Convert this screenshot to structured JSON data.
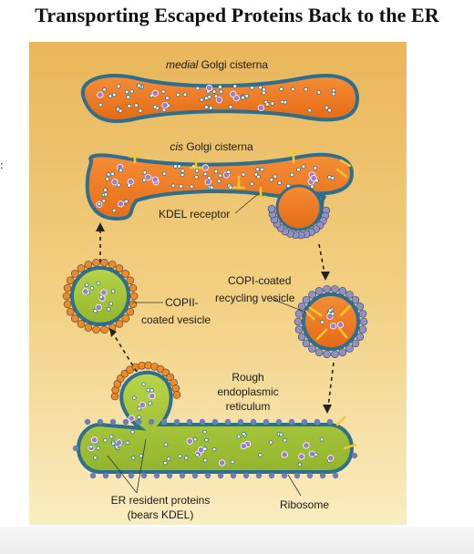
{
  "title": "Transporting Escaped Proteins Back to the ER",
  "stray_mark": ":",
  "labels": {
    "medial_italic": "medial",
    "medial_rest": " Golgi cisterna",
    "cis_italic": "cis",
    "cis_rest": " Golgi cisterna",
    "kdel_receptor": "KDEL receptor",
    "copii_line1": "COPII-",
    "copii_line2": "coated vesicle",
    "copi_line1": "COPI-coated",
    "copi_line2": "recycling vesicle",
    "rer_line1": "Rough",
    "rer_line2": "endoplasmic",
    "rer_line3": "reticulum",
    "er_resident_line1": "ER resident proteins",
    "er_resident_line2": "(bears KDEL)",
    "ribosome": "Ribosome"
  },
  "colors": {
    "panel_top": "#e8b85c",
    "panel_bottom": "#f7e6ad",
    "golgi_fill": "#f07a22",
    "er_fill": "#a8c83a",
    "membrane": "#2d6f8e",
    "cargo": "#9d7bd0",
    "ribosome": "#6d7fae",
    "receptor": "#f2c533"
  }
}
